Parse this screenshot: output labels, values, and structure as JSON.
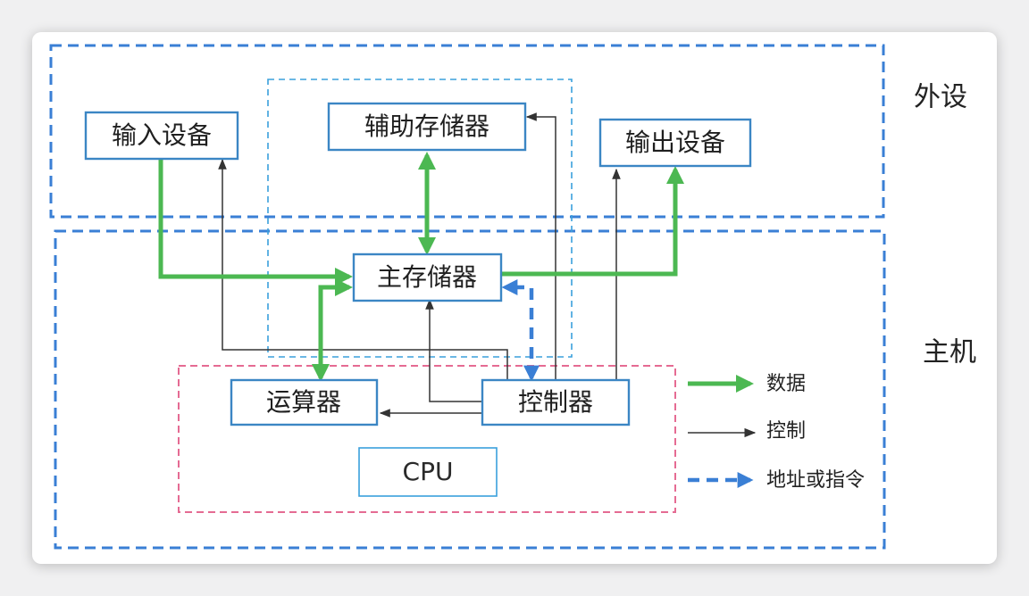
{
  "regions": {
    "peripherals_label": "外设",
    "host_label": "主机",
    "cpu_label": "CPU"
  },
  "components": {
    "input": "输入设备",
    "aux_storage": "辅助存储器",
    "output": "输出设备",
    "main_memory": "主存储器",
    "alu": "运算器",
    "controller": "控制器"
  },
  "legend": {
    "data": "数据",
    "control": "控制",
    "address": "地址或指令"
  },
  "colors": {
    "data": "#4cb852",
    "control": "#333333",
    "address": "#3a7fd5",
    "region": "#3a7fd5",
    "cpu_region": "#e56b93",
    "box_border": "#3b86c4"
  },
  "icons": {
    "data": "green-arrow-icon",
    "control": "thin-black-arrow-icon",
    "address": "blue-dashed-arrow-icon"
  }
}
